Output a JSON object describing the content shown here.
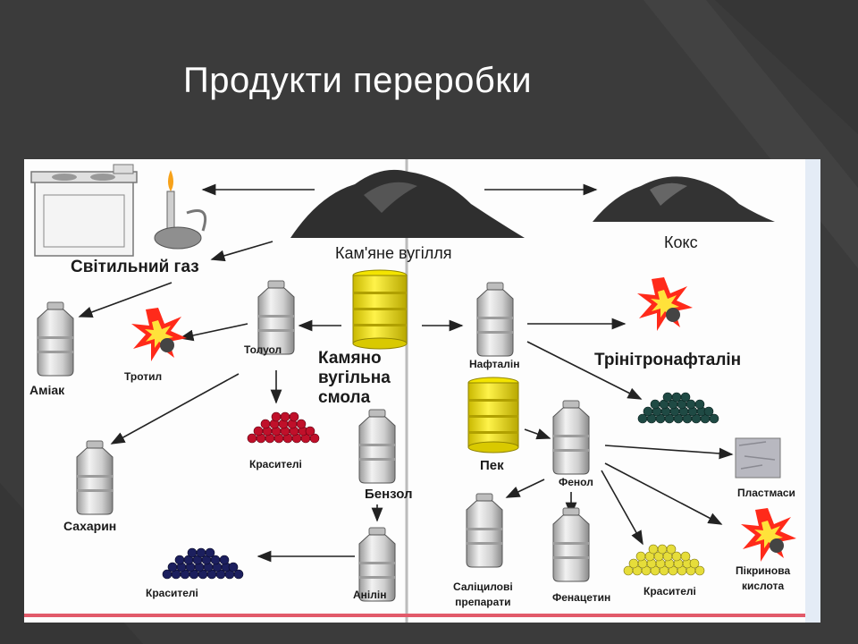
{
  "slide": {
    "title": "Продукти переробки"
  },
  "diagram": {
    "labels": {
      "coal": "Кам'яне вугілля",
      "coke": "Кокс",
      "light_gas": "Світильний газ",
      "ammonia": "Аміак",
      "tnt": "Тротил",
      "toluene": "Толуол",
      "tar": "Камяно вугільна смола",
      "tar_line1": "Камяно",
      "tar_line2": "вугільна",
      "tar_line3": "смола",
      "naphthalene": "Нафталін",
      "trinitronaphthalene": "Трінітронафталін",
      "dyes_red": "Красителі",
      "saccharin": "Сахарин",
      "pitch": "Пек",
      "phenol": "Фенол",
      "benzene": "Бензол",
      "plastics": "Пластмаси",
      "dyes_blue": "Красителі",
      "aniline": "Анілін",
      "salicylic_line1": "Саліцилові",
      "salicylic_line2": "препарати",
      "phenacetin": "Фенацетин",
      "dyes_yellow": "Красителі",
      "picric_line1": "Пікринова",
      "picric_line2": "кислота"
    },
    "colors": {
      "coal": "#3b3b3b",
      "canister_yellow": "#f5e61c",
      "bottle": "#d8d8d8",
      "dyes_red": "#c0102a",
      "dyes_blue": "#1c1f5e",
      "dyes_green": "#1f4a44",
      "dyes_yellow": "#e6dd3a",
      "explosion": "#ff2a1a"
    }
  }
}
